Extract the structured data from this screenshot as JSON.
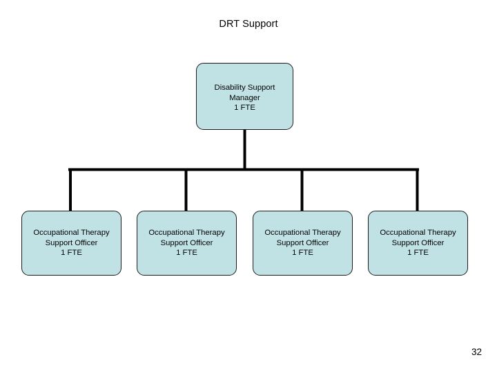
{
  "slide": {
    "title": "DRT Support",
    "page_number": "32",
    "background_color": "#ffffff"
  },
  "style": {
    "node_fill": "#c1e2e5",
    "node_border": "#1b1b1b",
    "connector_color": "#000000",
    "text_color": "#000000"
  },
  "org_chart": {
    "root": {
      "lines": [
        "Disability Support",
        "Manager",
        "1 FTE"
      ],
      "fte": "1 FTE",
      "role": "Disability Support Manager"
    },
    "children": [
      {
        "lines": [
          "Occupational Therapy",
          "Support Officer",
          "1 FTE"
        ],
        "fte": "1 FTE",
        "role": "Occupational Therapy Support Officer"
      },
      {
        "lines": [
          "Occupational Therapy",
          "Support Officer",
          "1 FTE"
        ],
        "fte": "1 FTE",
        "role": "Occupational Therapy Support Officer"
      },
      {
        "lines": [
          "Occupational Therapy",
          "Support Officer",
          "1 FTE"
        ],
        "fte": "1 FTE",
        "role": "Occupational Therapy Support Officer"
      },
      {
        "lines": [
          "Occupational Therapy",
          "Support Officer",
          "1 FTE"
        ],
        "fte": "1 FTE",
        "role": "Occupational Therapy Support Officer"
      }
    ]
  }
}
